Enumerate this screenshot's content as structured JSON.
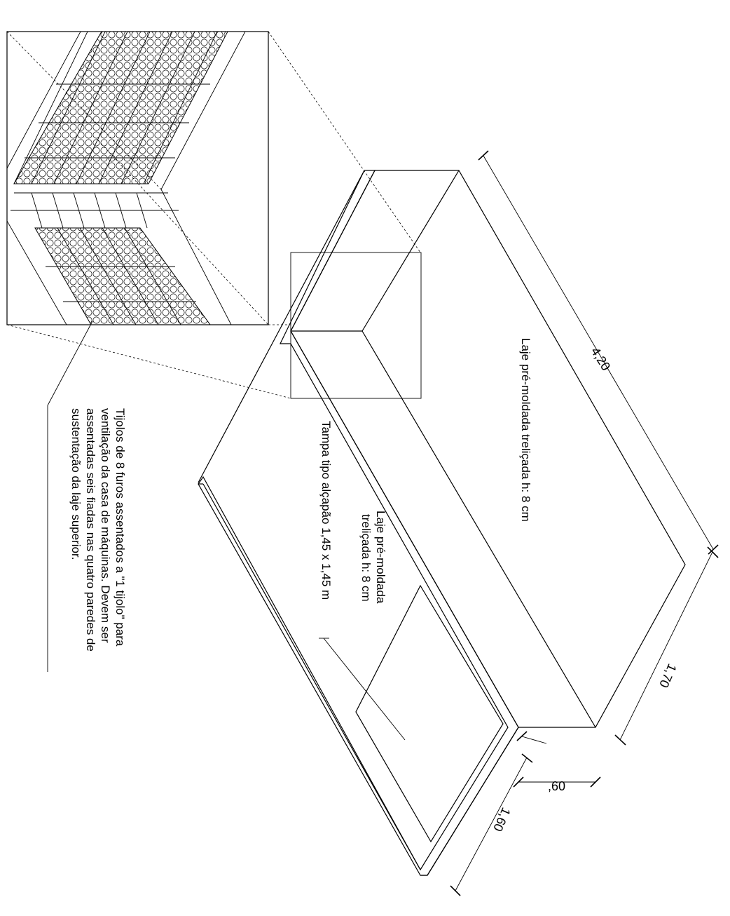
{
  "labels": {
    "laje_main": "Laje pré-moldada treliçada h: 8 cm",
    "laje_small_line1": "Laje pré-moldada",
    "laje_small_line2": "treliçada h: 8 cm",
    "tampa": "Tampa tipo alçapão 1,45 x 1,45 m",
    "tijolos_line1": "Tijolos de 8 furos assentados a \"1 tijolo\" para",
    "tijolos_line2": "ventilação da casa de máquinas. Devem ser",
    "tijolos_line3": "assentadas seis fiadas nas quatro paredes de",
    "tijolos_line4": "sustentação da laje superior."
  },
  "dimensions": {
    "length": "4,20",
    "width": "1,70",
    "step": ",60",
    "lower_width": "1,60"
  }
}
